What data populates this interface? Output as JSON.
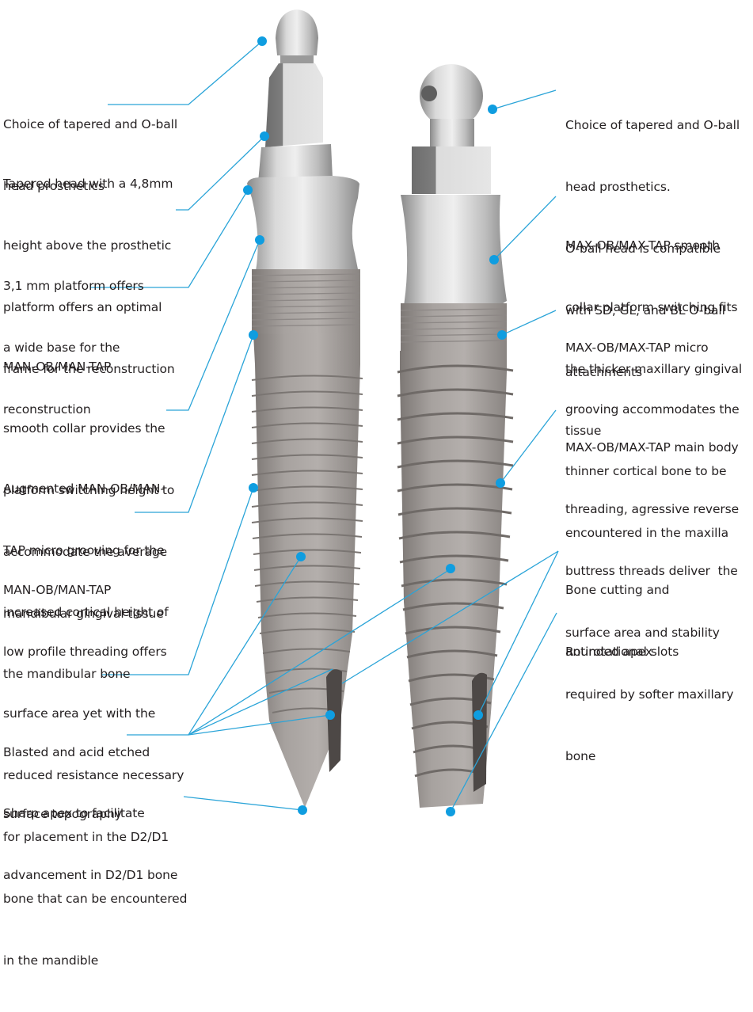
{
  "colors": {
    "accent": "#0f9de0",
    "leader_line": "#2aa4d8",
    "text": "#231f20",
    "background": "#ffffff",
    "metal_light": "#d6d6d6",
    "metal_dark": "#7f7f7f",
    "body_gray": "#a39e9b",
    "body_dark": "#6f6a67"
  },
  "implants": {
    "left": {
      "name": "MAN-OB/MAN-TAP",
      "head_type": "tapered head"
    },
    "right": {
      "name": "MAX-OB/MAX-TAP",
      "head_type": "O-ball head"
    }
  },
  "left_labels": [
    {
      "lines": [
        "Choice of tapered and O-ball",
        "head prosthetics"
      ]
    },
    {
      "lines": [
        "Tapered head with a 4,8mm",
        "height above the prosthetic",
        "platform offers an optimal",
        "frame for the reconstruction"
      ]
    },
    {
      "lines": [
        "3,1 mm platform offers",
        "a wide base for the",
        "reconstruction"
      ]
    },
    {
      "lines": [
        "MAN-OB/MAN-TAP",
        "smooth collar provides the",
        "platform switching height to",
        "accommodate the average",
        "mandibular gingival tissue"
      ]
    },
    {
      "lines": [
        "Augmented MAN-OB/MAN-",
        "TAP micro grooving for the",
        "increased cortical height of",
        "the mandibular bone"
      ]
    },
    {
      "lines": [
        "MAN-OB/MAN-TAP",
        "low profile threading offers",
        "surface area yet with the",
        "reduced resistance necessary",
        "for placement in the D2/D1",
        "bone that can be encountered",
        "in the mandible"
      ]
    },
    {
      "lines": [
        "Blasted and acid etched",
        "surface topography"
      ]
    },
    {
      "lines": [
        "Sharp apex to facilitate",
        "advancement in D2/D1 bone"
      ]
    }
  ],
  "right_labels": [
    {
      "lines": [
        "Choice of tapered and O-ball",
        "head prosthetics.",
        "O-ball head is compatible",
        "with SD, GL, and BL O-ball",
        "attachments"
      ]
    },
    {
      "lines": [
        "MAX-OB/MAX-TAP smooth",
        "collar platform switching fits",
        "the thicker maxillary gingival",
        "tissue"
      ]
    },
    {
      "lines": [
        "MAX-OB/MAX-TAP micro",
        "grooving accommodates the",
        "thinner cortical bone to be",
        "encountered in the maxilla"
      ]
    },
    {
      "lines": [
        "MAX-OB/MAX-TAP main body",
        "threading, agressive reverse",
        "buttress threads deliver  the",
        "surface area and stability",
        "required by softer maxillary",
        "bone"
      ]
    },
    {
      "lines": [
        "Bone cutting and",
        "antirotational slots"
      ]
    },
    {
      "lines": [
        "Rounded apex"
      ]
    }
  ]
}
